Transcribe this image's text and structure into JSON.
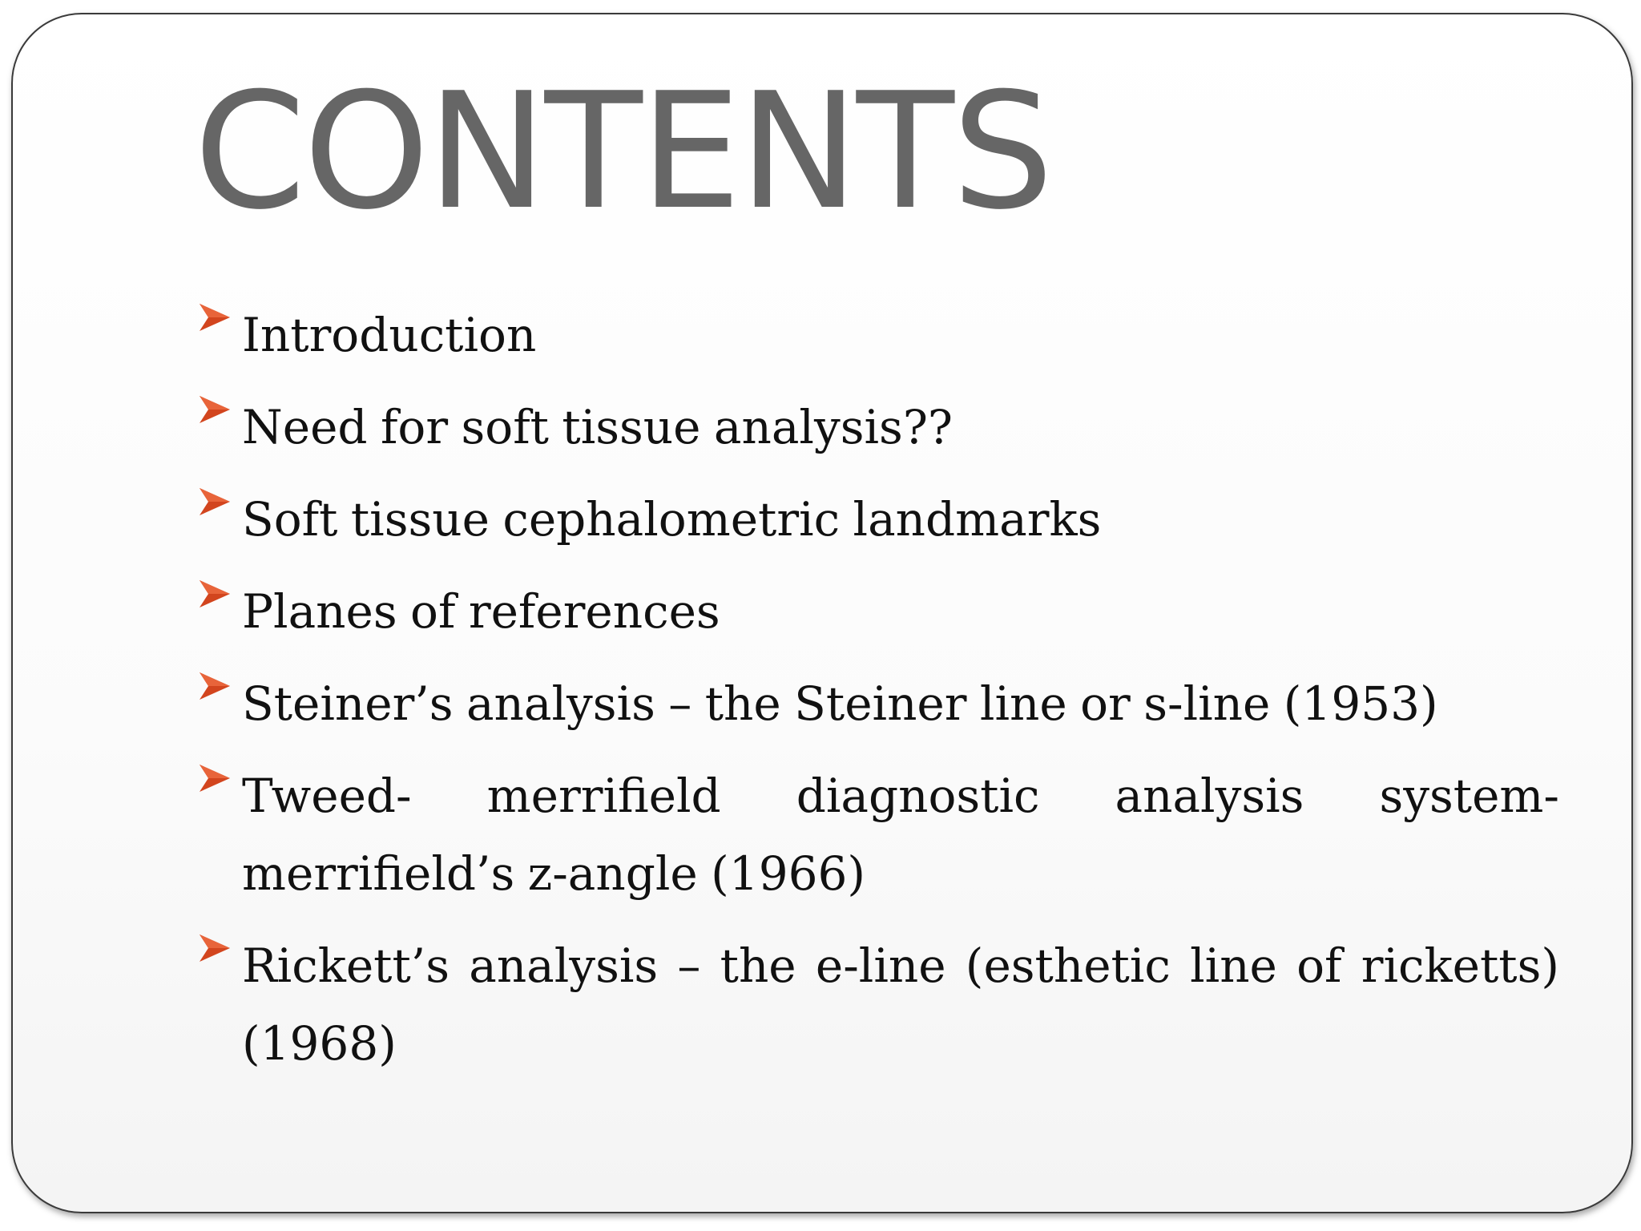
{
  "slide": {
    "title": "CONTENTS",
    "accent_color": "#D2451E",
    "bullet_icon": "arrowhead-bullet-icon",
    "items": [
      {
        "text": "Introduction"
      },
      {
        "text": "Need for soft tissue analysis??"
      },
      {
        "text": "Soft tissue cephalometric landmarks"
      },
      {
        "text": "Planes of references"
      },
      {
        "text": "Steiner’s analysis – the Steiner line or s-line (1953)"
      },
      {
        "text": "Tweed- merrifield diagnostic analysis system- merrifield’s z-angle (1966)"
      },
      {
        "text": "Rickett’s analysis – the e-line (esthetic line of ricketts) (1968)"
      }
    ]
  }
}
